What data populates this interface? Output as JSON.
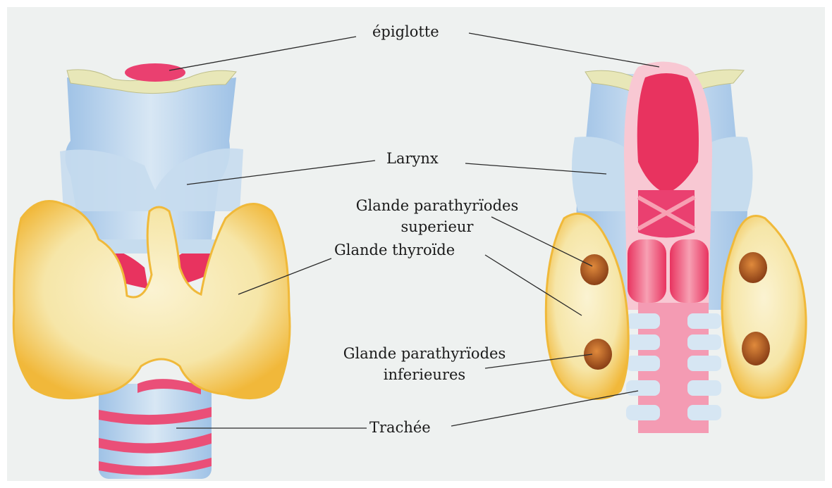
{
  "labels": {
    "epiglotte": "épiglotte",
    "larynx": "Larynx",
    "parathyroid_sup_line1": "Glande parathyrïodes",
    "parathyroid_sup_line2": "superieur",
    "thyroid": "Glande thyroïde",
    "parathyroid_inf_line1": "Glande parathyrïodes",
    "parathyroid_inf_line2": "inferieures",
    "trachea": "Trachée"
  },
  "colors": {
    "background": "#eef1f0",
    "cartilage": "#b9d3ea",
    "thyroid_fill": "#f7edc4",
    "thyroid_edge": "#f0b93a",
    "muscle": "#e9406b",
    "parathyroid": "#c9692a",
    "epiglottis_fold": "#e8e7b8"
  }
}
